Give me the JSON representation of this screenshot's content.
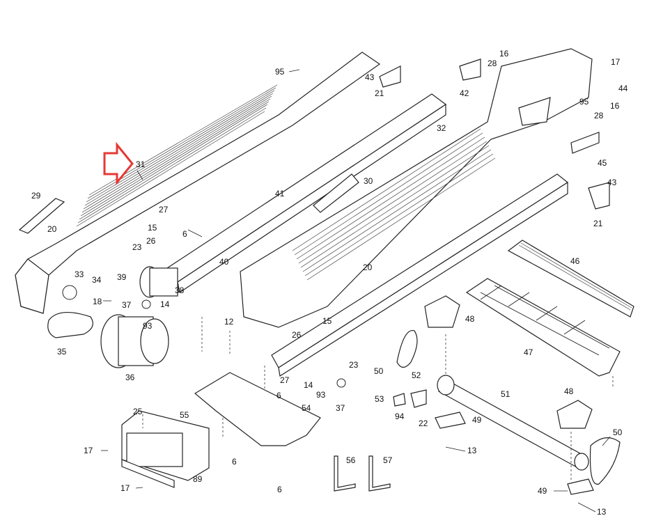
{
  "diagram": {
    "callouts": [
      "95",
      "31",
      "29",
      "20",
      "27",
      "6",
      "15",
      "26",
      "23",
      "41",
      "40",
      "38",
      "33",
      "34",
      "39",
      "18",
      "37",
      "14",
      "93",
      "35",
      "36",
      "12",
      "25",
      "55",
      "17",
      "89",
      "54",
      "56",
      "57",
      "43",
      "21",
      "16",
      "28",
      "42",
      "44",
      "32",
      "45",
      "30",
      "50",
      "53",
      "52",
      "94",
      "22",
      "48",
      "51",
      "49",
      "13",
      "46",
      "47"
    ]
  },
  "colors": {
    "arrow": "#e53935",
    "line": "#222222"
  }
}
